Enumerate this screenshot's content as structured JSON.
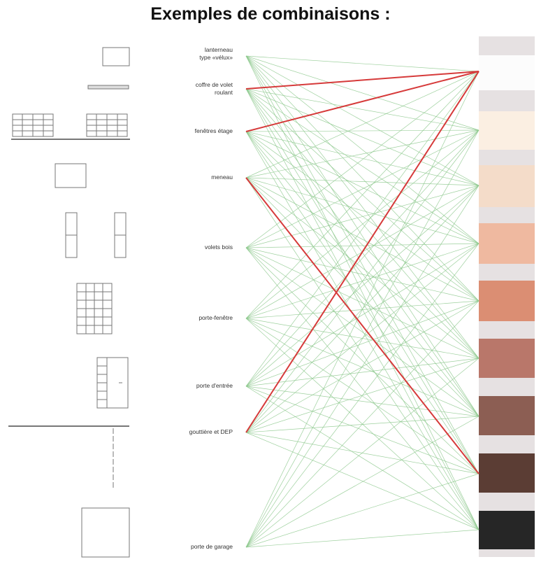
{
  "title": "Exemples de combinaisons :",
  "elements": [
    {
      "id": "lanterneau",
      "label": "lanterneau\ntype «vélux»"
    },
    {
      "id": "coffre",
      "label": "coffre de volet\nroulant"
    },
    {
      "id": "fenetres-etage",
      "label": "fenêtres étage"
    },
    {
      "id": "meneau",
      "label": "meneau"
    },
    {
      "id": "volets-bois",
      "label": "volets bois"
    },
    {
      "id": "porte-fenetre",
      "label": "porte-fenêtre"
    },
    {
      "id": "porte-entree",
      "label": "porte d'entrée"
    },
    {
      "id": "gouttiere",
      "label": "gouttière et DEP"
    },
    {
      "id": "porte-garage",
      "label": "porte de garage"
    }
  ],
  "swatches": [
    {
      "color": "#fcfcfc"
    },
    {
      "color": "#fbefe2"
    },
    {
      "color": "#f4dcc9"
    },
    {
      "color": "#efb9a0"
    },
    {
      "color": "#db8e73"
    },
    {
      "color": "#b9776a"
    },
    {
      "color": "#8c5e53"
    },
    {
      "color": "#5b3d34"
    },
    {
      "color": "#262626"
    }
  ],
  "highlight_links": [
    [
      1,
      0
    ],
    [
      2,
      0
    ],
    [
      7,
      0
    ],
    [
      3,
      7
    ]
  ],
  "colors": {
    "link": "#8cc88c",
    "highlight": "#d63a3a",
    "stripe": "#e6e1e2",
    "drawing": "#777777"
  }
}
